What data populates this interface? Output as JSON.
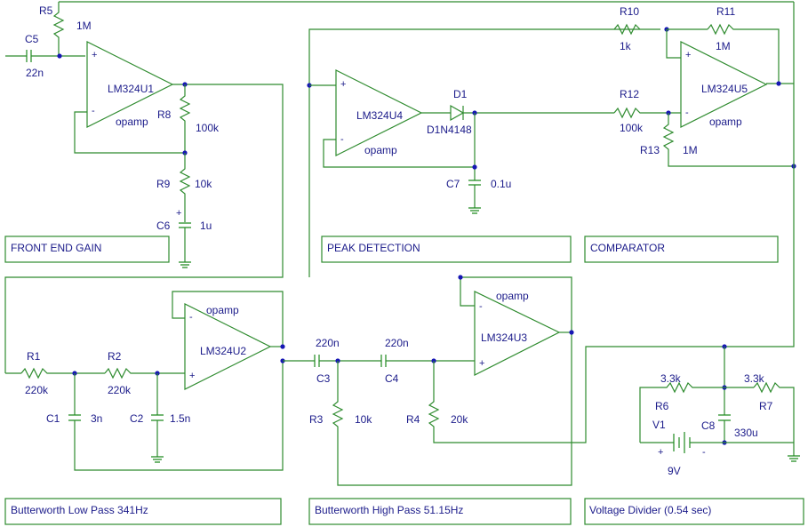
{
  "sections": {
    "front_end_gain": "FRONT END GAIN",
    "peak_detection": "PEAK DETECTION",
    "comparator": "COMPARATOR",
    "low_pass": "Butterworth Low Pass 341Hz",
    "high_pass": "Butterworth High Pass 51.15Hz",
    "voltage_divider": "Voltage Divider (0.54 sec)"
  },
  "components": {
    "r5": {
      "name": "R5",
      "value": "1M"
    },
    "c5": {
      "name": "C5",
      "value": "22n"
    },
    "u1": {
      "name": "LM324U1",
      "type": "opamp"
    },
    "r8": {
      "name": "R8",
      "value": "100k"
    },
    "r9": {
      "name": "R9",
      "value": "10k"
    },
    "c6": {
      "name": "C6",
      "value": "1u"
    },
    "u4": {
      "name": "LM324U4",
      "type": "opamp"
    },
    "d1": {
      "name": "D1",
      "value": "D1N4148"
    },
    "c7": {
      "name": "C7",
      "value": "0.1u"
    },
    "r10": {
      "name": "R10",
      "value": "1k"
    },
    "r11": {
      "name": "R11",
      "value": "1M"
    },
    "r12": {
      "name": "R12",
      "value": "100k"
    },
    "r13": {
      "name": "R13",
      "value": "1M"
    },
    "u5": {
      "name": "LM324U5",
      "type": "opamp"
    },
    "r1": {
      "name": "R1",
      "value": "220k"
    },
    "r2": {
      "name": "R2",
      "value": "220k"
    },
    "c1": {
      "name": "C1",
      "value": "3n"
    },
    "c2": {
      "name": "C2",
      "value": "1.5n"
    },
    "u2": {
      "name": "LM324U2",
      "type": "opamp"
    },
    "c3": {
      "name": "C3",
      "value": "220n"
    },
    "c4": {
      "name": "C4",
      "value": "220n"
    },
    "r3": {
      "name": "R3",
      "value": "10k"
    },
    "r4": {
      "name": "R4",
      "value": "20k"
    },
    "u3": {
      "name": "LM324U3",
      "type": "opamp"
    },
    "r6": {
      "name": "R6",
      "value": "3.3k"
    },
    "r7": {
      "name": "R7",
      "value": "3.3k"
    },
    "c8": {
      "name": "C8",
      "value": "330u"
    },
    "v1": {
      "name": "V1",
      "value": "9V"
    }
  },
  "symbols": {
    "plus": "+",
    "minus": "-"
  }
}
